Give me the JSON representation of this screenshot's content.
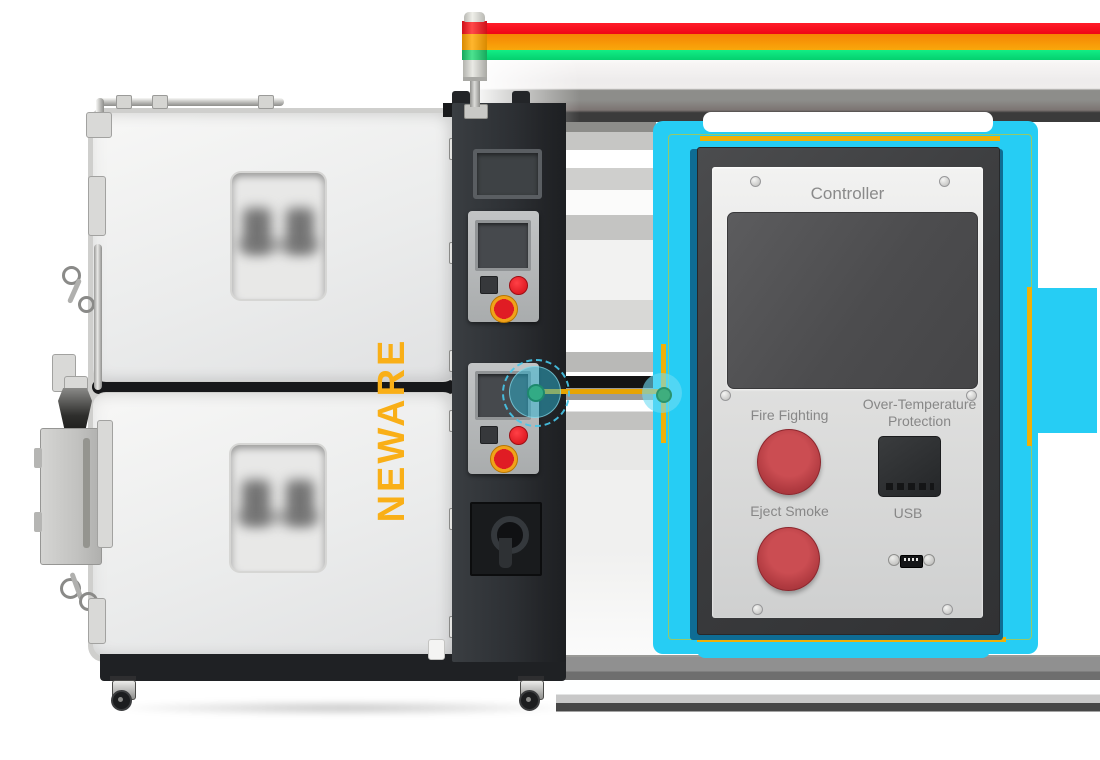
{
  "brand": {
    "name": "NEWARE",
    "color": "#F9AF17"
  },
  "controller_panel": {
    "title": "Controller",
    "fire_fighting_label": "Fire Fighting",
    "over_temperature_label_line1": "Over-Temperature",
    "over_temperature_label_line2": "Protection",
    "eject_smoke_label": "Eject Smoke",
    "usb_label": "USB"
  },
  "signal_tower": {
    "segments": [
      "red",
      "amber",
      "green"
    ]
  },
  "colors": {
    "accent_cyan": "#26CDF4",
    "accent_yellow": "#EFB007",
    "accent_blue_backing": "#0E6C94",
    "knob_red": "#B03A40",
    "stripe_red": "#F80619",
    "stripe_orange": "#F79D06",
    "stripe_green": "#0DF287",
    "label_gray": "#878787"
  }
}
